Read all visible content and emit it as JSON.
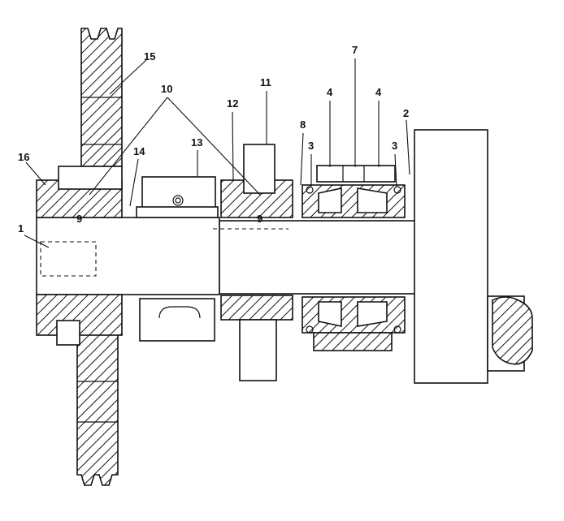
{
  "labels": {
    "shaft": "1",
    "part_2": "2",
    "part_3_left": "3",
    "part_3_right": "3",
    "bearing_race_left": "4",
    "bearing_race_right": "4",
    "part_7": "7",
    "part_8": "8",
    "spacer_left": "9",
    "spacer_right": "9",
    "key_pointer": "10",
    "gear_11": "11",
    "hub_12": "12",
    "collar_13": "13",
    "part_14": "14",
    "sprocket_15": "15",
    "part_16": "16"
  }
}
